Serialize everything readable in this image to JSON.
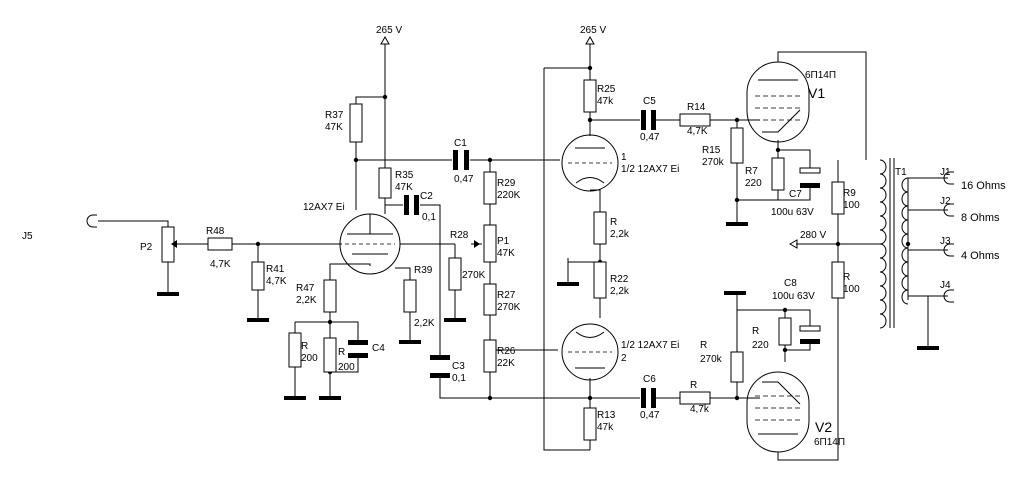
{
  "supply": {
    "top_left": "265 V",
    "top_right": "265 V",
    "mid": "280 V"
  },
  "resistors": {
    "r37": [
      "R37",
      "47K"
    ],
    "r35": [
      "R35",
      "47K"
    ],
    "r48": [
      "R48",
      "4,7K"
    ],
    "r41": [
      "R41",
      "4,7K"
    ],
    "r47": [
      "R47",
      "2,2K"
    ],
    "r39": [
      "R39",
      "2,2K"
    ],
    "r_cath1": [
      "R",
      "200"
    ],
    "r_cath2": [
      "R",
      "200"
    ],
    "r28": [
      "R28",
      "270K"
    ],
    "r29": [
      "R29",
      "220K"
    ],
    "p1": [
      "P1",
      "47K"
    ],
    "r27": [
      "R27",
      "270K"
    ],
    "r26": [
      "R26",
      "22K"
    ],
    "r25": [
      "R25",
      "47k"
    ],
    "r_mid": [
      "R",
      "2,2k"
    ],
    "r22": [
      "R22",
      "2,2k"
    ],
    "r13": [
      "R13",
      "47k"
    ],
    "r14": [
      "R14",
      "4,7K"
    ],
    "r15": [
      "R15",
      "270k"
    ],
    "r7": [
      "R7",
      "220"
    ],
    "r9": [
      "R9",
      "100"
    ],
    "r_low100": [
      "R",
      "100"
    ],
    "r_grid2": [
      "R",
      "270k"
    ],
    "r_k2": [
      "R",
      "220"
    ],
    "r_g2": [
      "R",
      "4,7k"
    ]
  },
  "capacitors": {
    "c1": [
      "C1",
      "0,47"
    ],
    "c2": [
      "C2",
      "0,1"
    ],
    "c4": [
      "C4",
      ""
    ],
    "c3": [
      "C3",
      "0,1"
    ],
    "c5": [
      "C5",
      "0,47"
    ],
    "c6": [
      "C6",
      "0,47"
    ],
    "c7": [
      "C7",
      "100u 63V"
    ],
    "c8": [
      "C8",
      "100u 63V"
    ]
  },
  "tubes": {
    "v_input": "12AX7 Ei",
    "v_pi_top": [
      "1",
      "1/2 12AX7 Ei"
    ],
    "v_pi_bottom": [
      "1/2 12AX7 Ei",
      "2"
    ],
    "v1": [
      "6П14П",
      "V1"
    ],
    "v2": [
      "V2",
      "6П14П"
    ]
  },
  "connectors": {
    "j5": "J5",
    "p2": "P2",
    "t1": "T1",
    "j1": "J1",
    "j2": "J2",
    "j3": "J3",
    "j4": "J4",
    "ohm16": "16 Ohms",
    "ohm8": "8 Ohms",
    "ohm4": "4 Ohms"
  }
}
